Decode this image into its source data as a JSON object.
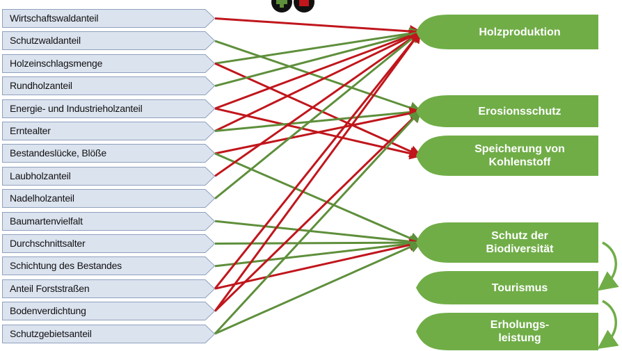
{
  "colors": {
    "positive": "#5e8f3b",
    "negative": "#c0161c",
    "service_fill": "#70ad47",
    "indicator_fill": "#dbe3ef",
    "indicator_stroke": "#8ea0bd"
  },
  "legend": {
    "positive_icon": "plus-icon",
    "negative_icon": "minus-icon"
  },
  "indicators": [
    {
      "id": "wirtschaftswald",
      "label": "Wirtschaftswaldanteil"
    },
    {
      "id": "schutzwald",
      "label": "Schutzwaldanteil"
    },
    {
      "id": "holzeinschlag",
      "label": "Holzeinschlagsmenge"
    },
    {
      "id": "rundholz",
      "label": "Rundholzanteil"
    },
    {
      "id": "energieholz",
      "label": "Energie- und Industrieholzanteil"
    },
    {
      "id": "erntealter",
      "label": "Erntealter"
    },
    {
      "id": "bestandesluecke",
      "label": "Bestandeslücke, Blöße"
    },
    {
      "id": "laubholz",
      "label": "Laubholzanteil"
    },
    {
      "id": "nadelholz",
      "label": "Nadelholzanteil"
    },
    {
      "id": "baumarten",
      "label": "Baumartenvielfalt"
    },
    {
      "id": "durchschnittsalter",
      "label": "Durchschnittsalter"
    },
    {
      "id": "schichtung",
      "label": "Schichtung des Bestandes"
    },
    {
      "id": "forststrassen",
      "label": "Anteil Forststraßen"
    },
    {
      "id": "bodenverdichtung",
      "label": "Bodenverdichtung"
    },
    {
      "id": "schutzgebiet",
      "label": "Schutzgebietsanteil"
    }
  ],
  "services": [
    {
      "id": "holz",
      "label": "Holzproduktion"
    },
    {
      "id": "erosion",
      "label": "Erosionsschutz"
    },
    {
      "id": "kohlenstoff",
      "label": "Speicherung von\nKohlenstoff"
    },
    {
      "id": "biodiv",
      "label": "Schutz der\nBiodiversität"
    },
    {
      "id": "tourismus",
      "label": "Tourismus"
    },
    {
      "id": "erholung",
      "label": "Erholungs-\nleistung"
    }
  ],
  "links": [
    {
      "from": "wirtschaftswald",
      "to": "holz",
      "effect": "negative"
    },
    {
      "from": "schutzwald",
      "to": "erosion",
      "effect": "positive"
    },
    {
      "from": "holzeinschlag",
      "to": "holz",
      "effect": "positive"
    },
    {
      "from": "holzeinschlag",
      "to": "kohlenstoff",
      "effect": "negative"
    },
    {
      "from": "rundholz",
      "to": "holz",
      "effect": "positive"
    },
    {
      "from": "energieholz",
      "to": "holz",
      "effect": "negative"
    },
    {
      "from": "energieholz",
      "to": "kohlenstoff",
      "effect": "negative"
    },
    {
      "from": "erntealter",
      "to": "holz",
      "effect": "negative"
    },
    {
      "from": "erntealter",
      "to": "erosion",
      "effect": "positive"
    },
    {
      "from": "bestandesluecke",
      "to": "erosion",
      "effect": "negative"
    },
    {
      "from": "bestandesluecke",
      "to": "biodiv",
      "effect": "positive"
    },
    {
      "from": "laubholz",
      "to": "holz",
      "effect": "negative"
    },
    {
      "from": "nadelholz",
      "to": "holz",
      "effect": "positive"
    },
    {
      "from": "baumarten",
      "to": "biodiv",
      "effect": "positive"
    },
    {
      "from": "durchschnittsalter",
      "to": "biodiv",
      "effect": "positive"
    },
    {
      "from": "schichtung",
      "to": "biodiv",
      "effect": "positive"
    },
    {
      "from": "forststrassen",
      "to": "holz",
      "effect": "negative"
    },
    {
      "from": "forststrassen",
      "to": "biodiv",
      "effect": "negative"
    },
    {
      "from": "bodenverdichtung",
      "to": "holz",
      "effect": "negative"
    },
    {
      "from": "bodenverdichtung",
      "to": "erosion",
      "effect": "negative"
    },
    {
      "from": "schutzgebiet",
      "to": "erosion",
      "effect": "positive"
    },
    {
      "from": "schutzgebiet",
      "to": "biodiv",
      "effect": "positive"
    }
  ]
}
